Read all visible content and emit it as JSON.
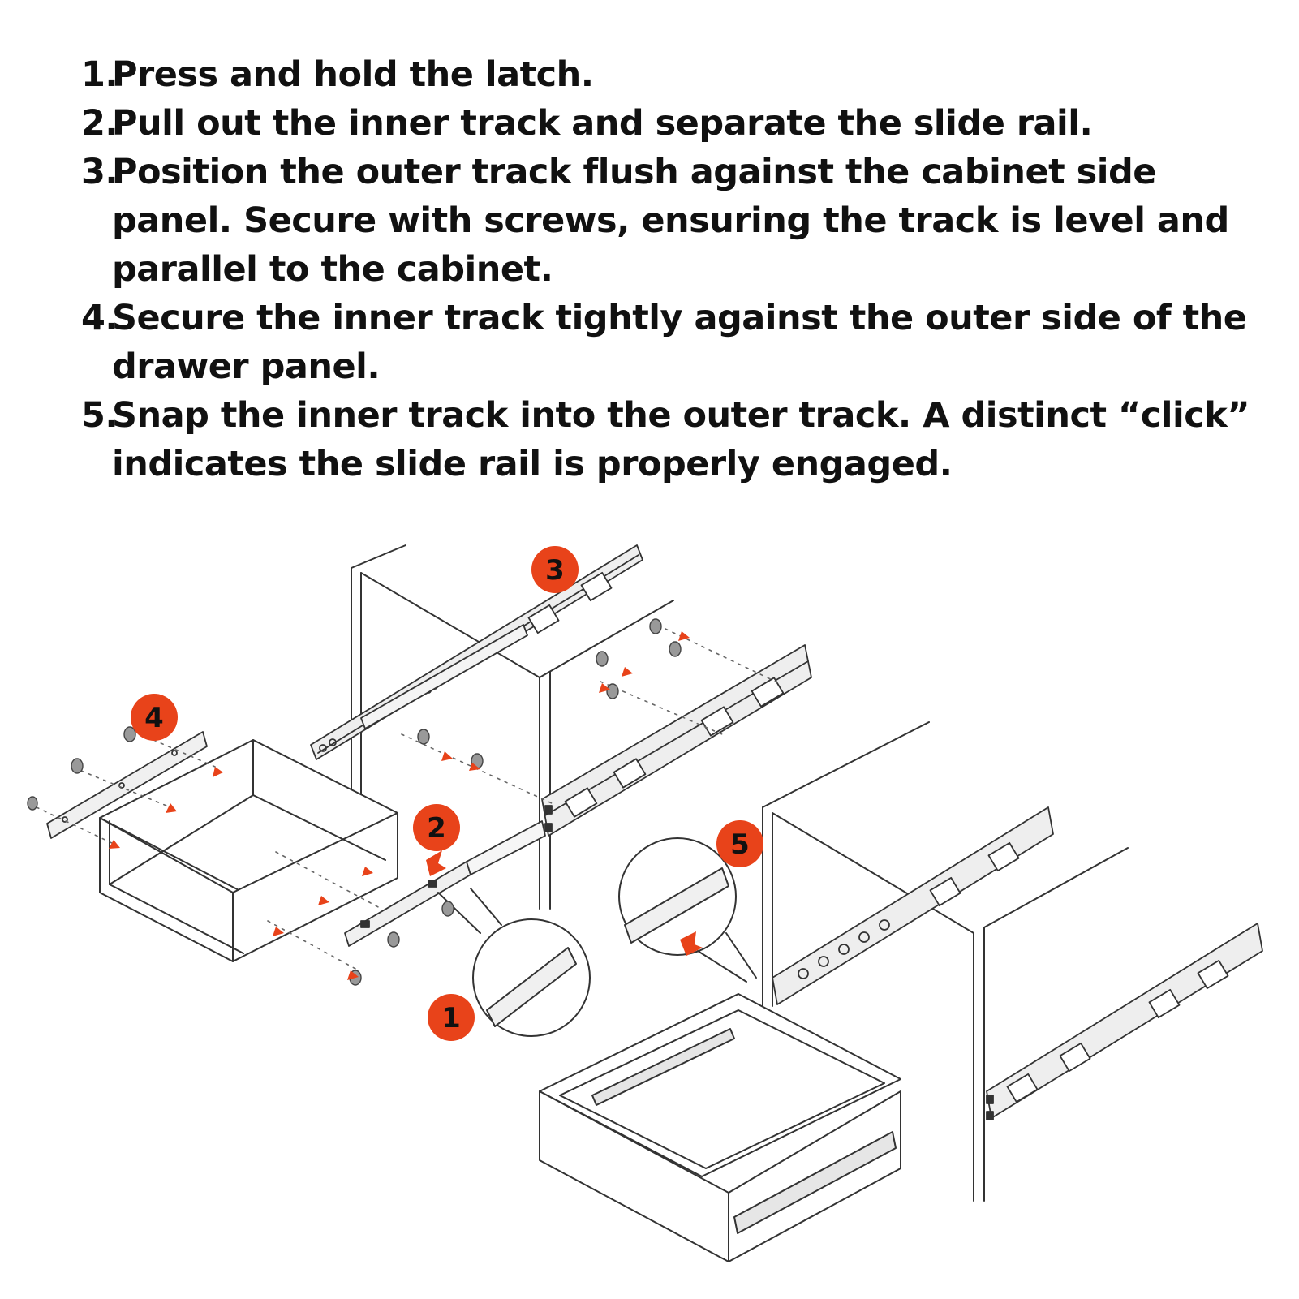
{
  "steps": [
    {
      "num": "1.",
      "text": "Press and hold the latch."
    },
    {
      "num": "2.",
      "text": "Pull out the inner track and separate the slide rail."
    },
    {
      "num": "3.",
      "text": "Position the outer track flush against the cabinet side panel. Secure with screws, ensuring the track is level and parallel to the cabinet."
    },
    {
      "num": "4.",
      "text": "Secure the inner track tightly against the outer side of the drawer panel."
    },
    {
      "num": "5.",
      "text": "Snap the inner track into the outer track. A distinct “click” indicates the slide rail is properly engaged."
    }
  ],
  "badges": [
    "1",
    "2",
    "3",
    "4",
    "5"
  ],
  "colors": {
    "badge": "#e8431a",
    "line": "#333333",
    "rail": "#e6e6e6",
    "arrow": "#e8431a"
  }
}
